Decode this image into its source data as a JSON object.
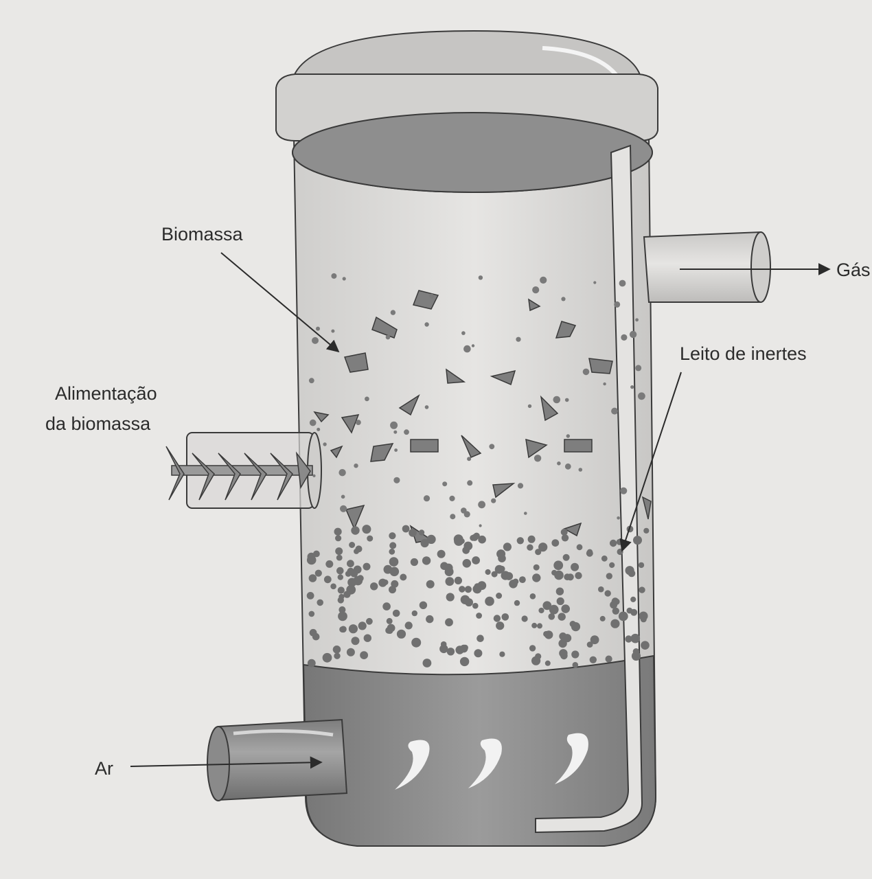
{
  "labels": {
    "biomassa": "Biomassa",
    "gas": "Gás",
    "leito": "Leito de inertes",
    "alimentacao_line1": "Alimentação",
    "alimentacao_line2": "da  biomassa",
    "ar": "Ar"
  },
  "colors": {
    "background": "#e9e8e6",
    "vessel_glass": "#dcdbd9",
    "outline": "#3a3a3a",
    "lid": "#c9c8c6",
    "plenum": "#8d8d8d",
    "particles": "#7a7a7a",
    "arrows": "#2b2b2b"
  }
}
